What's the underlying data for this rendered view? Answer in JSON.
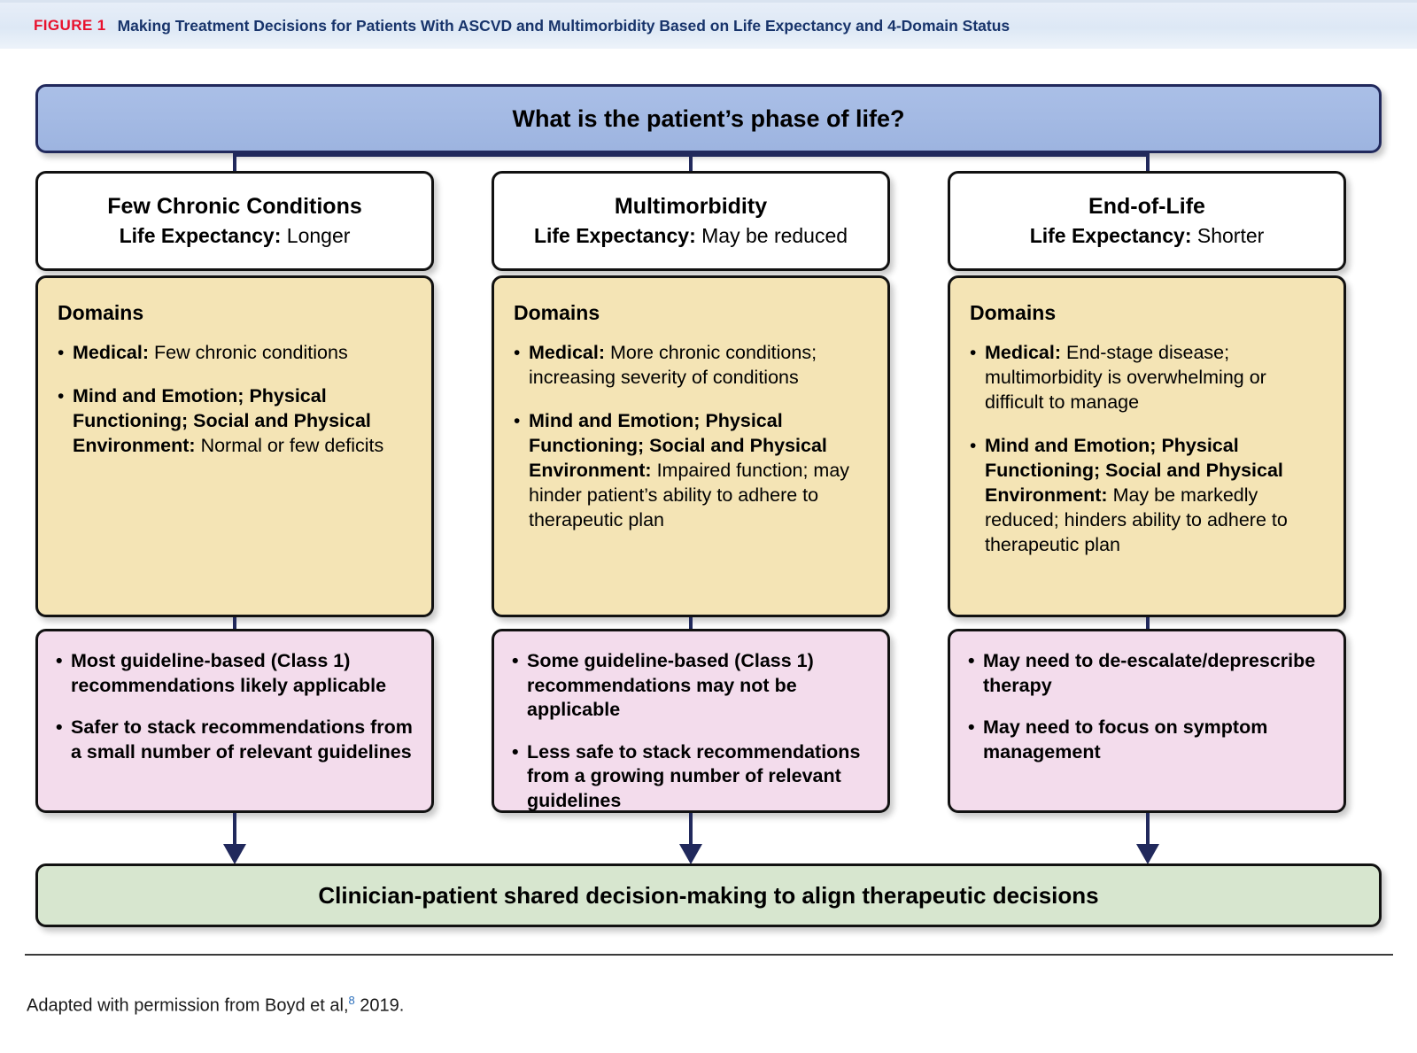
{
  "figure": {
    "label": "FIGURE 1",
    "title": "Making Treatment Decisions for Patients With ASCVD and Multimorbidity Based on Life Expectancy and 4-Domain Status",
    "label_color": "#e8112d",
    "title_color": "#18346b",
    "header_bg": "#dde8f5"
  },
  "top_question": "What is the patient’s phase of life?",
  "bottom_outcome": "Clinician-patient shared decision-making to align therapeutic decisions",
  "domains_heading": "Domains",
  "life_expectancy_label": "Life Expectancy:",
  "colors": {
    "question_box": "#a3b9e3",
    "phase_box": "#ffffff",
    "domains_box": "#f4e4b5",
    "recommendations_box": "#f3dcec",
    "outcome_box": "#d7e6cf",
    "connector": "#21295c",
    "border": "#111111"
  },
  "columns": [
    {
      "id": "few-chronic-conditions",
      "phase_name": "Few Chronic Conditions",
      "life_expectancy_value": "Longer",
      "domains": [
        {
          "label": "Medical:",
          "value": "Few chronic conditions"
        },
        {
          "label": "Mind and Emotion; Physical Functioning; Social and Physical Environment:",
          "value": "Normal or few deficits"
        }
      ],
      "recommendations": [
        "Most guideline-based (Class 1) recommendations likely applicable",
        "Safer to stack recommendations from a small number of relevant guidelines"
      ]
    },
    {
      "id": "multimorbidity",
      "phase_name": "Multimorbidity",
      "life_expectancy_value": "May be reduced",
      "domains": [
        {
          "label": "Medical:",
          "value": "More chronic conditions; increasing severity of conditions"
        },
        {
          "label": "Mind and Emotion; Physical Functioning; Social and Physical Environment:",
          "value": "Impaired function; may hinder patient’s ability to adhere to therapeutic plan"
        }
      ],
      "recommendations": [
        "Some guideline-based (Class 1) recommendations may not be applicable",
        "Less safe to stack recommendations from a growing number of relevant guidelines"
      ]
    },
    {
      "id": "end-of-life",
      "phase_name": "End-of-Life",
      "life_expectancy_value": "Shorter",
      "domains": [
        {
          "label": "Medical:",
          "value": "End-stage disease; multimorbidity is overwhelming or difficult to manage"
        },
        {
          "label": "Mind and Emotion; Physical Functioning; Social and Physical Environment:",
          "value": "May be markedly reduced; hinders ability to adhere to therapeutic plan"
        }
      ],
      "recommendations": [
        "May need to de-escalate/deprescribe therapy",
        "May need to focus on symptom management"
      ]
    }
  ],
  "footer": {
    "text_before": "Adapted with permission from Boyd et al,",
    "superscript": "8",
    "text_after": " 2019."
  }
}
